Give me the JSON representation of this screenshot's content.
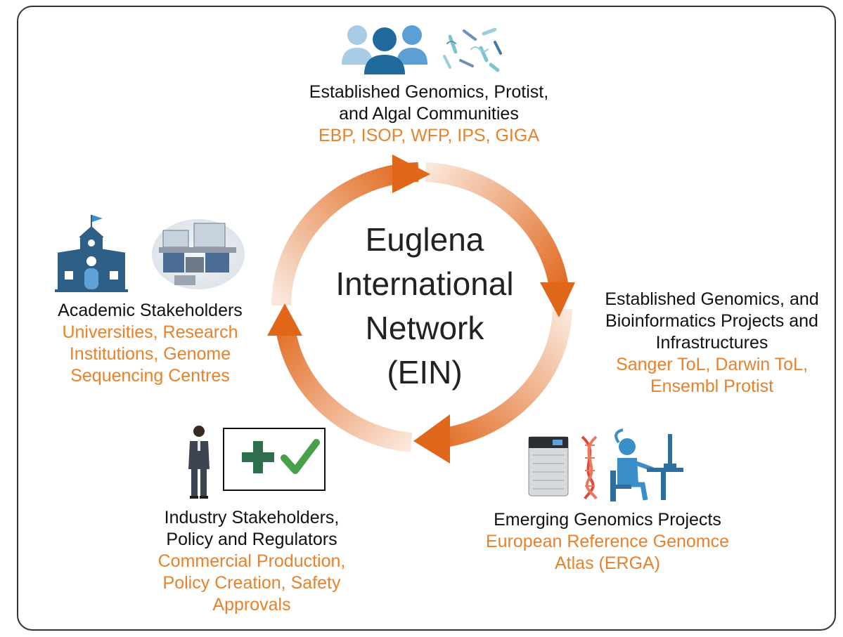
{
  "center": {
    "line1": "Euglena",
    "line2": "International",
    "line3": "Network",
    "line4": "(EIN)"
  },
  "top": {
    "line1": "Established Genomics, Protist,",
    "line2": "and Algal Communities",
    "orgs": "EBP, ISOP, WFP, IPS, GIGA"
  },
  "right": {
    "line1": "Established Genomics, and",
    "line2": "Bioinformatics Projects and",
    "line3": "Infrastructures",
    "orgs1": "Sanger ToL, Darwin ToL,",
    "orgs2": "Ensembl Protist"
  },
  "bottom_right": {
    "line1": "Emerging Genomics Projects",
    "orgs1": "European Reference Genomce",
    "orgs2": "Atlas (ERGA)"
  },
  "bottom_left": {
    "line1": "Industry Stakeholders,",
    "line2": "Policy and Regulators",
    "orgs1": "Commercial Production,",
    "orgs2": "Policy Creation, Safety",
    "orgs3": "Approvals"
  },
  "left": {
    "line1": "Academic Stakeholders",
    "orgs1": "Universities, Research",
    "orgs2": "Institutions, Genome",
    "orgs3": "Sequencing Centres"
  },
  "colors": {
    "accent_text": "#e8812a",
    "arrow": "#e0661a",
    "icon_blue": "#2e6f9e",
    "icon_green": "#2f6f4f"
  },
  "icons": [
    "people-group-icon",
    "microbes-icon",
    "sequencer-icon",
    "dna-icon",
    "scientist-at-computer-icon",
    "businessman-icon",
    "approval-plus-check-icon",
    "school-building-icon",
    "laboratory-icon"
  ]
}
